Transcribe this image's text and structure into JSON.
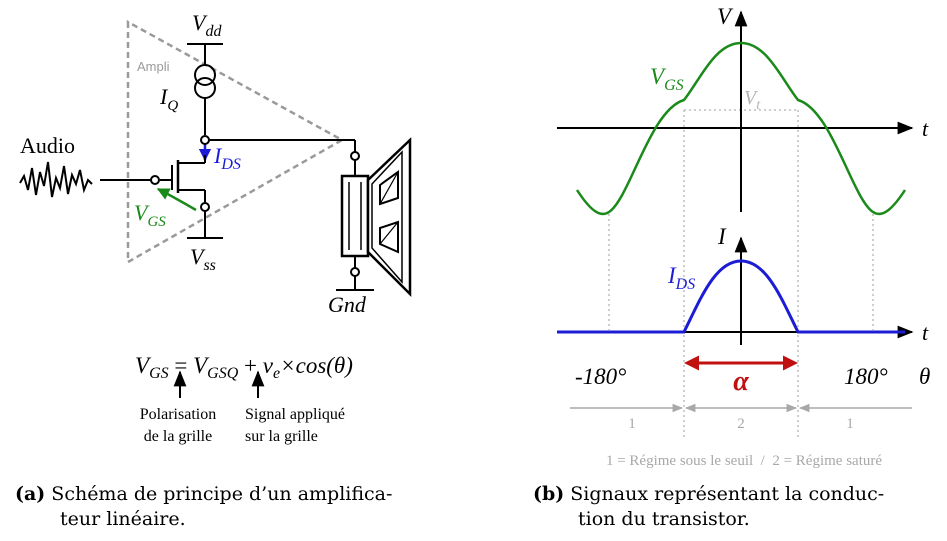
{
  "colors": {
    "green": "#1a8a1a",
    "blue": "#1c1cd6",
    "red": "#c01010",
    "gray": "#a8a8a8",
    "dashgray": "#9a9a9a"
  },
  "left": {
    "vdd": "V",
    "vdd_sub": "dd",
    "vss": "V",
    "vss_sub": "ss",
    "ampli": "Ampli",
    "iq": "I",
    "iq_sub": "Q",
    "ids": "I",
    "ids_sub": "DS",
    "vgs": "V",
    "vgs_sub": "GS",
    "audio": "Audio",
    "gnd": "Gnd",
    "equation": {
      "lhs": "V",
      "lhs_sub": "GS",
      "eq": "=",
      "term1": "V",
      "term1_sub": "GSQ",
      "plus": "+",
      "term2": "v",
      "term2_sub": "e",
      "rest": "×cos(θ)"
    },
    "annotation1": [
      "Polarisation",
      "de la grille"
    ],
    "annotation2": [
      "Signal appliqué",
      "sur la grille"
    ],
    "caption_label": "(a)",
    "caption_lines": [
      "Schéma de principe d’un amplifica-",
      "teur linéaire."
    ]
  },
  "right": {
    "v_axis": "V",
    "t_axis": "t",
    "vgs": "V",
    "vgs_sub": "GS",
    "vt": "V",
    "vt_sub": "t",
    "i_axis": "I",
    "t_axis2": "t",
    "ids": "I",
    "ids_sub": "DS",
    "neg180": "-180°",
    "pos180": "180°",
    "theta": "θ",
    "alpha": "α",
    "regions": [
      "1",
      "2",
      "1"
    ],
    "legend": "1 = Régime sous le seuil  /  2 = Régime saturé",
    "caption_label": "(b)",
    "caption_lines": [
      "Signaux représentant la conduc-",
      "tion du transistor."
    ]
  }
}
